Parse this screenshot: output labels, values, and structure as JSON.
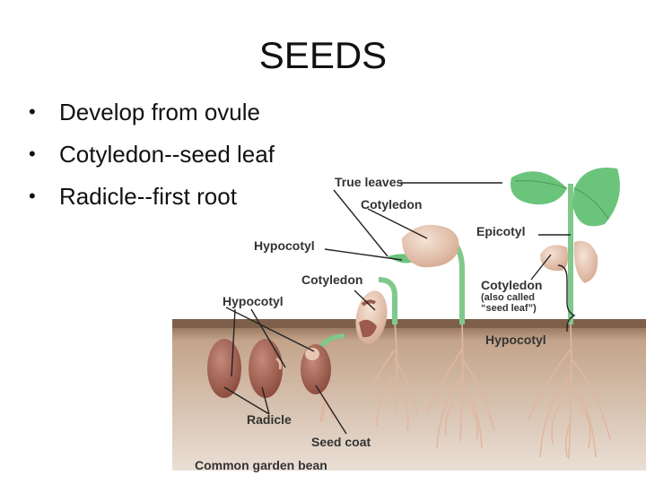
{
  "slide": {
    "title": "SEEDS",
    "bullets": [
      "Develop from ovule",
      "Cotyledon--seed leaf",
      "Radicle--first root"
    ]
  },
  "figure": {
    "labels": {
      "true_leaves": "True leaves",
      "cotyledon_top": "Cotyledon",
      "hypocotyl_top": "Hypocotyl",
      "cotyledon_mid": "Cotyledon",
      "hypocotyl_left": "Hypocotyl",
      "epicotyl": "Epicotyl",
      "cotyledon_right": "Cotyledon",
      "cotyledon_note_1": "(also called",
      "cotyledon_note_2": "“seed leaf”)",
      "hypocotyl_right": "Hypocotyl",
      "radicle": "Radicle",
      "seed_coat": "Seed coat"
    },
    "caption": "Common garden bean",
    "colors": {
      "soil": "#c6aa8f",
      "soil_surface": "#8a6b52",
      "seed": "#9c5b4c",
      "stem": "#7fc98a",
      "leaf": "#6bc47b",
      "cotyledon": "#e7c7b3",
      "root": "#e1b7a0"
    }
  }
}
